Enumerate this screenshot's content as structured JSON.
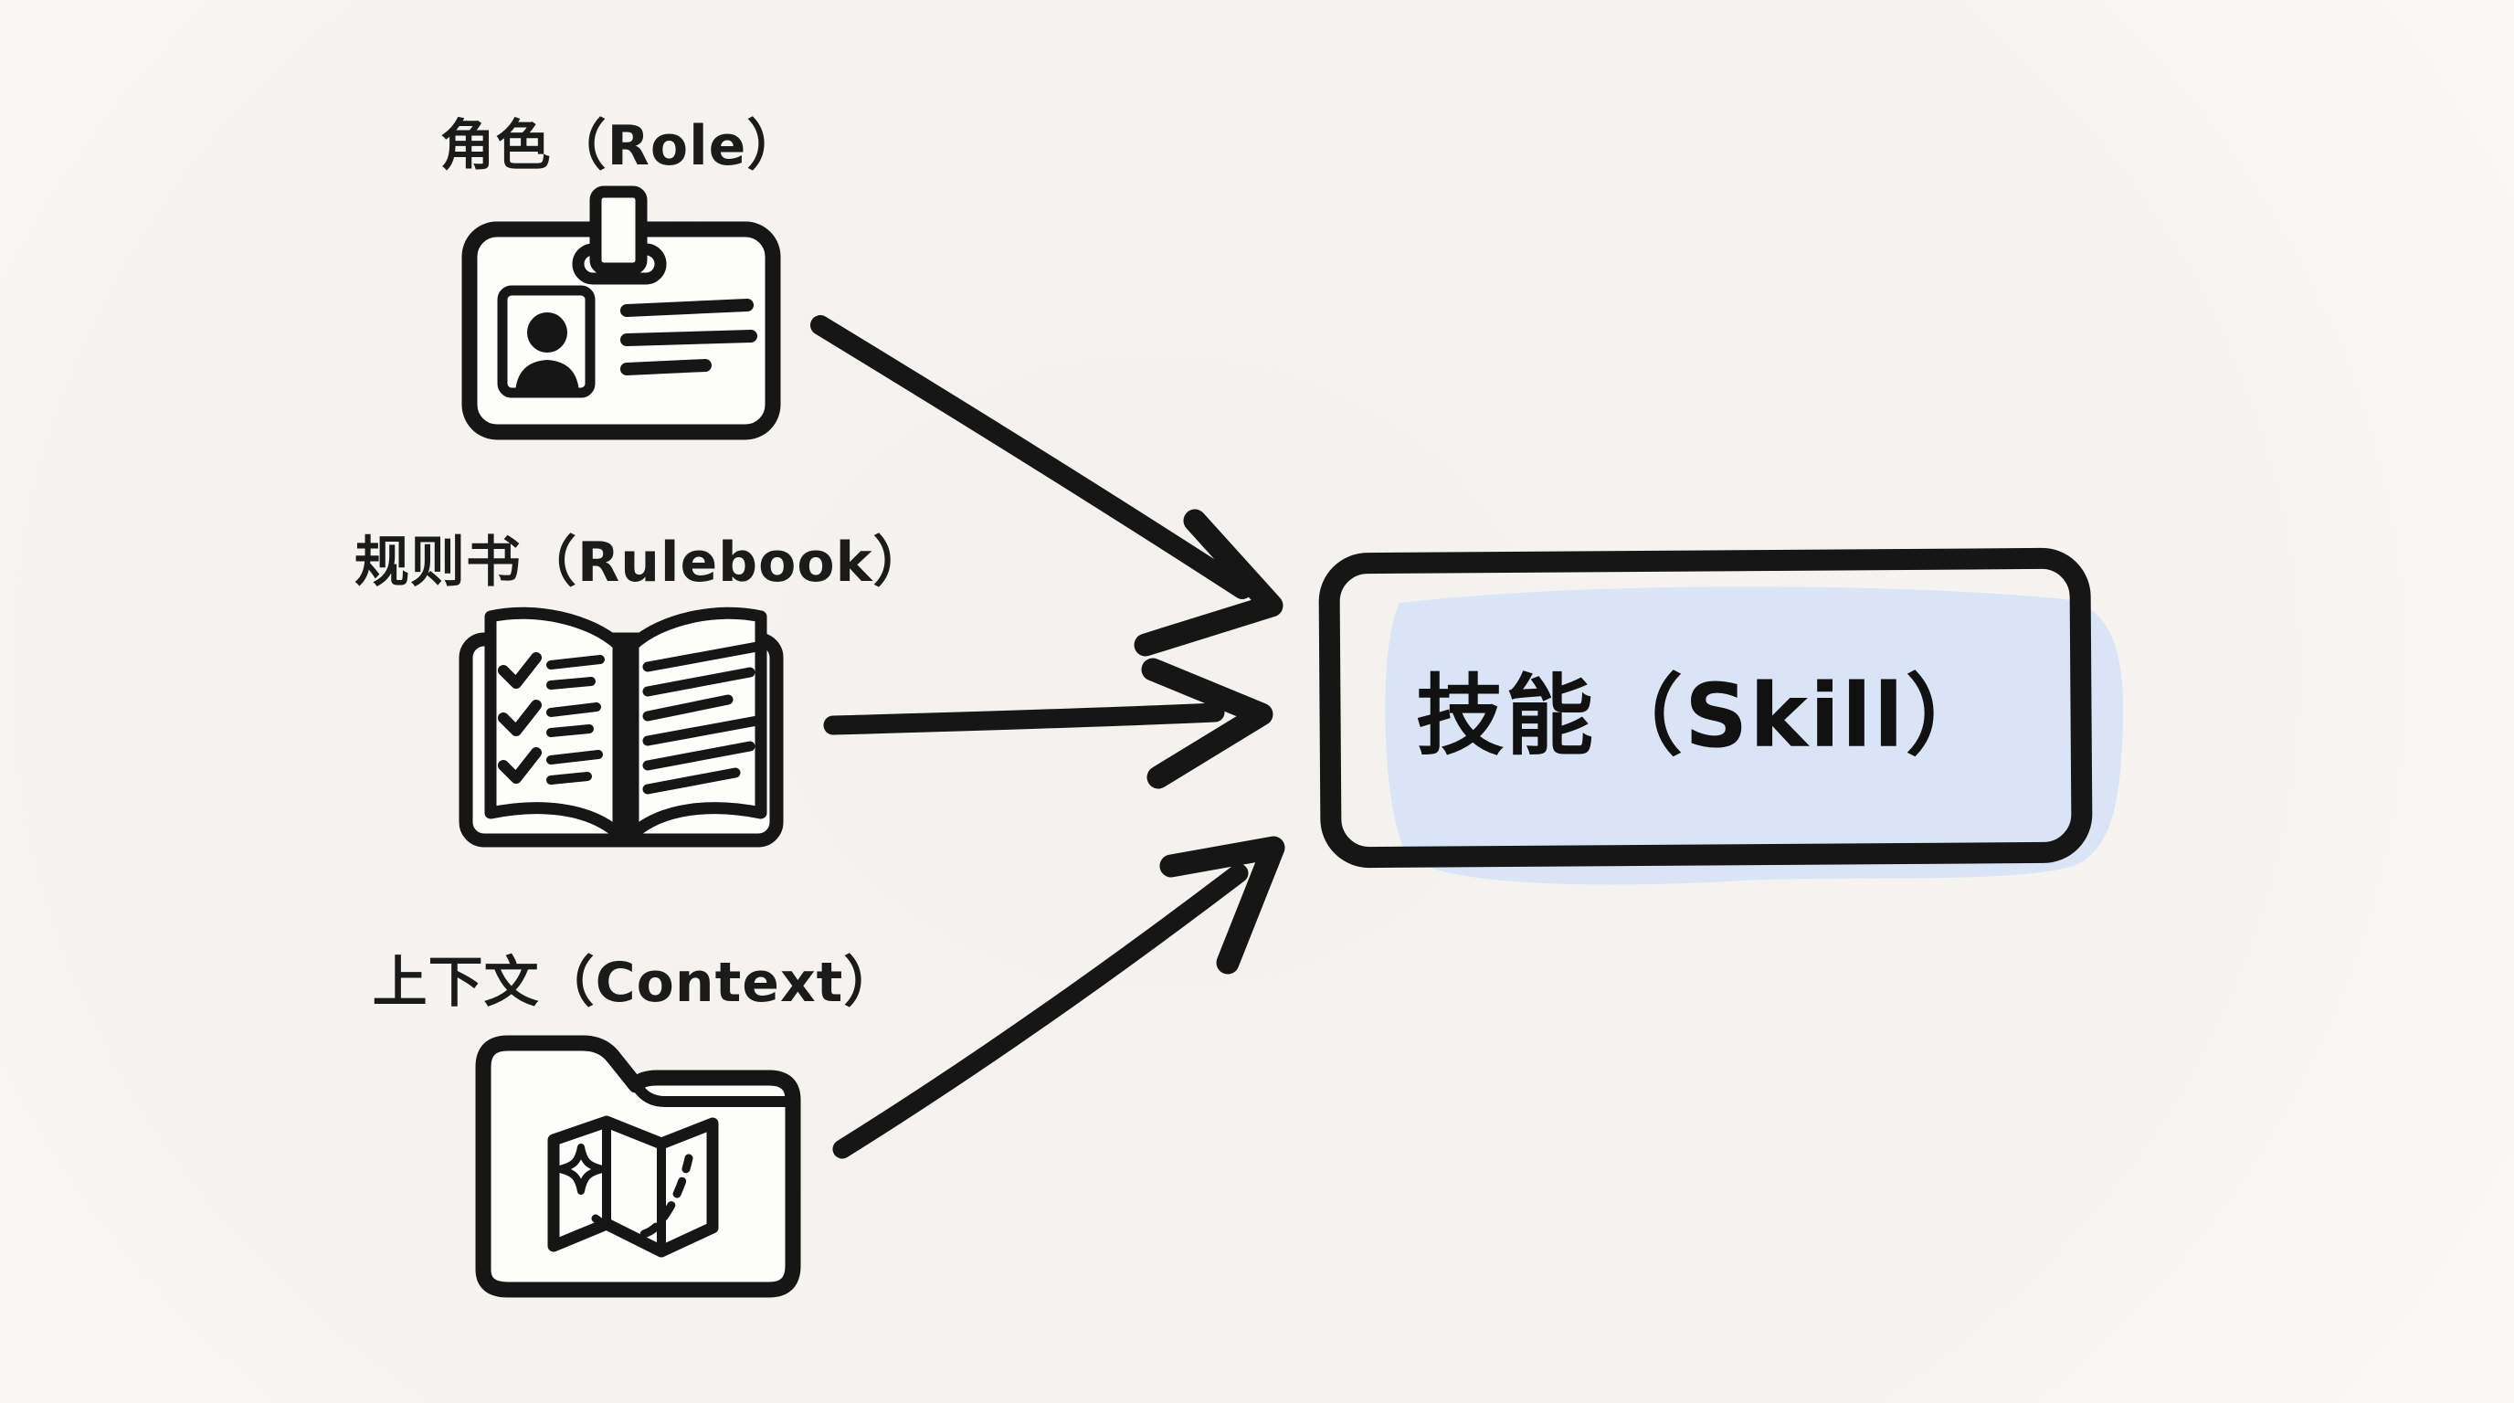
{
  "canvas": {
    "background": "#f5f3f0",
    "ink": "#161616",
    "highlight": "#d9e5f7"
  },
  "sources": [
    {
      "label": "角色（Role）",
      "icon": "id-card-icon"
    },
    {
      "label": "规则书（Rulebook）",
      "icon": "open-book-icon"
    },
    {
      "label": "上下文（Context）",
      "icon": "folder-map-icon"
    }
  ],
  "target": {
    "label": "技能（Skill）",
    "fill": "#d9e5f7"
  },
  "arrows": [
    {
      "from": "角色（Role）",
      "to": "技能（Skill）"
    },
    {
      "from": "规则书（Rulebook）",
      "to": "技能（Skill）"
    },
    {
      "from": "上下文（Context）",
      "to": "技能（Skill）"
    }
  ]
}
